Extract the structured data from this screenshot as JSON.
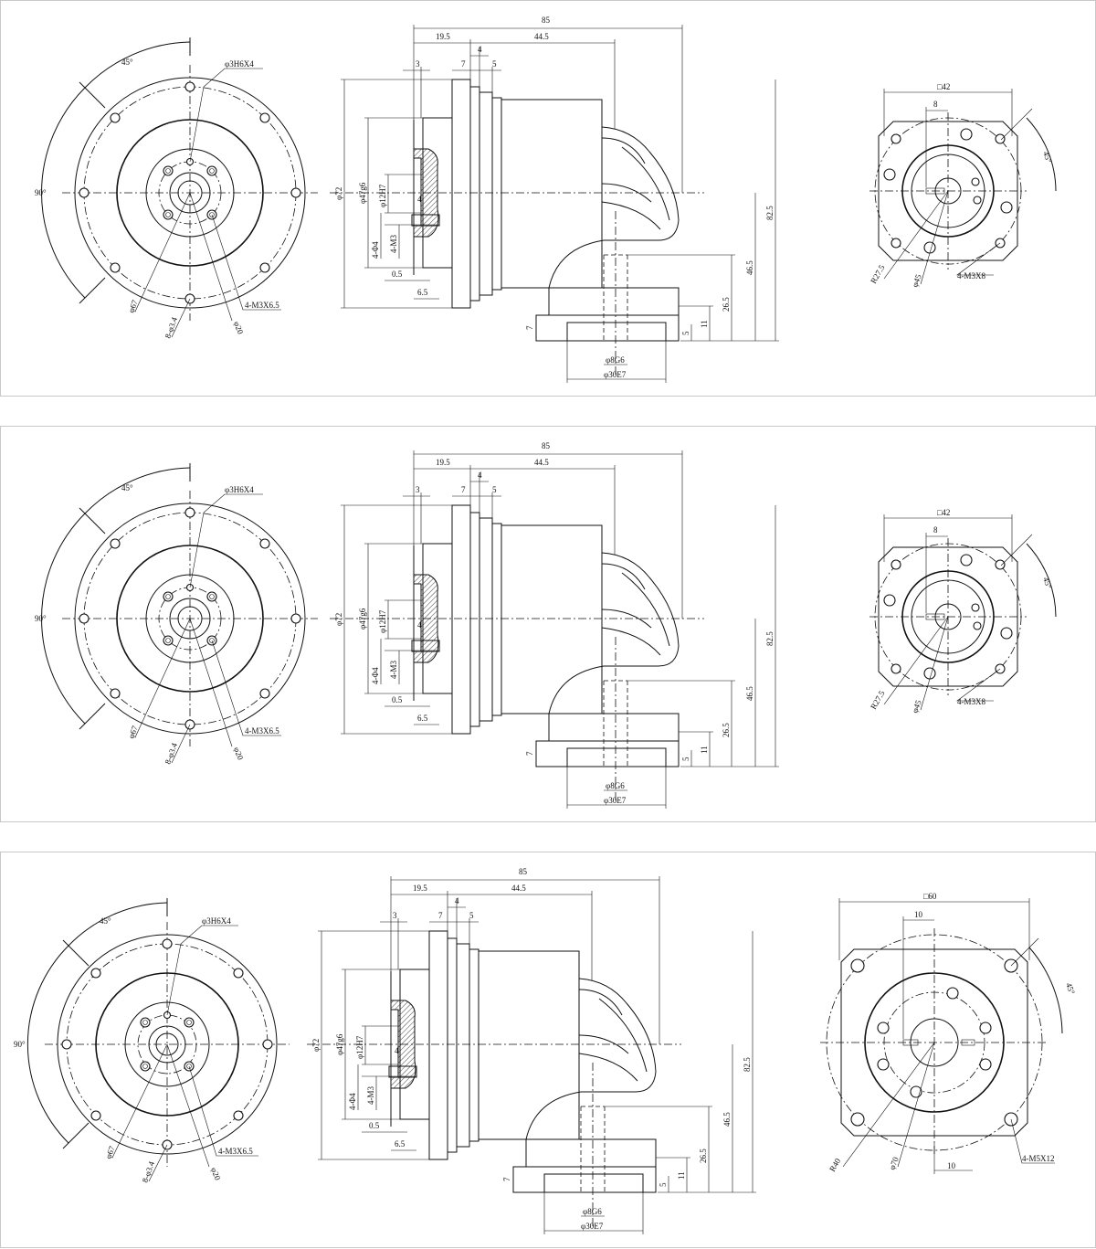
{
  "panels": [
    {
      "front": {
        "angle_top": "45°",
        "angle_side": "90°",
        "pin_hole": "φ3H6X4",
        "pcd": "φ67",
        "mount_holes": "8-φ3.4",
        "tap_holes": "4-M3X6.5",
        "bore": "φ20"
      },
      "side": {
        "dims": {
          "len_total": "85",
          "len_a": "19.5",
          "len_b": "44.5",
          "d3": "3",
          "d4": "4",
          "d7": "7",
          "d5": "5",
          "dia_flange": "φ72",
          "dia_pilot": "φ47g6",
          "dia_bore": "φ12H7",
          "key": "4",
          "hole_d4": "4-Φ4",
          "tap_m3": "4-M3",
          "off_05": "0.5",
          "off_65": "6.5",
          "h_825": "82.5",
          "h_465": "46.5",
          "h_265": "26.5",
          "h_11": "11",
          "h_5": "5",
          "h_7": "7",
          "shaft": "φ8G6",
          "spigot": "φ30E7"
        }
      },
      "end": {
        "square": "□42",
        "slot": "8",
        "angle": "45°",
        "radius": "R27.5",
        "pcd": "φ45",
        "tap": "4-M3X8"
      }
    },
    {
      "front": {
        "angle_top": "45°",
        "angle_side": "90°",
        "pin_hole": "φ3H6X4",
        "pcd": "φ67",
        "mount_holes": "8-φ3.4",
        "tap_holes": "4-M3X6.5",
        "bore": "φ20"
      },
      "side": {
        "dims": {
          "len_total": "85",
          "len_a": "19.5",
          "len_b": "44.5",
          "d3": "3",
          "d4": "4",
          "d7": "7",
          "d5": "5",
          "dia_flange": "φ72",
          "dia_pilot": "φ47g6",
          "dia_bore": "φ12H7",
          "key": "4",
          "hole_d4": "4-Φ4",
          "tap_m3": "4-M3",
          "off_05": "0.5",
          "off_65": "6.5",
          "h_825": "82.5",
          "h_465": "46.5",
          "h_265": "26.5",
          "h_11": "11",
          "h_5": "5",
          "h_7": "7",
          "shaft": "φ8G6",
          "spigot": "φ30E7"
        }
      },
      "end": {
        "square": "□42",
        "slot": "8",
        "angle": "45°",
        "radius": "R27.5",
        "pcd": "φ45",
        "tap": "4-M3X8"
      }
    },
    {
      "front": {
        "angle_top": "45°",
        "angle_side": "90°",
        "pin_hole": "φ3H6X4",
        "pcd": "φ67",
        "mount_holes": "8-φ3.4",
        "tap_holes": "4-M3X6.5",
        "bore": "φ20"
      },
      "side": {
        "dims": {
          "len_total": "85",
          "len_a": "19.5",
          "len_b": "44.5",
          "d3": "3",
          "d4": "4",
          "d7": "7",
          "d5": "5",
          "dia_flange": "φ72",
          "dia_pilot": "φ47g6",
          "dia_bore": "φ12H7",
          "key": "4",
          "hole_d4": "4-Φ4",
          "tap_m3": "4-M3",
          "off_05": "0.5",
          "off_65": "6.5",
          "h_825": "82.5",
          "h_465": "46.5",
          "h_265": "26.5",
          "h_11": "11",
          "h_5": "5",
          "h_7": "7",
          "shaft": "φ8G6",
          "spigot": "φ30E7"
        }
      },
      "end": {
        "square": "□60",
        "slot": "10",
        "slot_bottom": "10",
        "angle": "45°",
        "radius": "R40",
        "pcd": "φ70",
        "tap": "4-M5X12"
      }
    }
  ]
}
